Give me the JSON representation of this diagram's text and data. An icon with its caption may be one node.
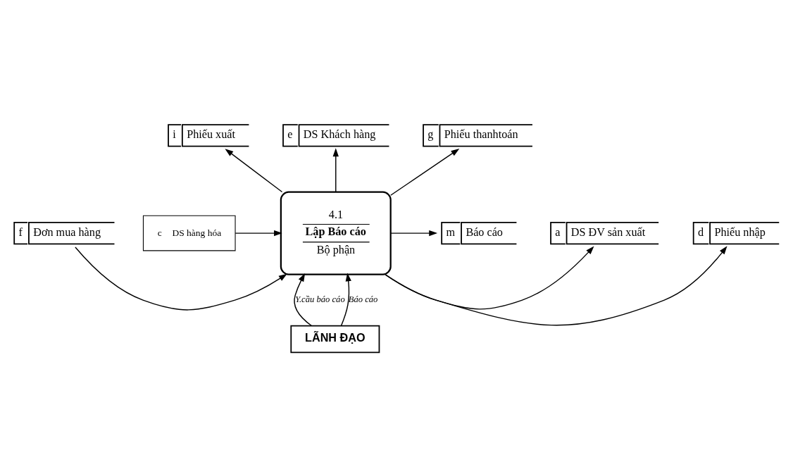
{
  "diagram": {
    "nodes": [
      {
        "text": [
          "i",
          "Phiếu xuất"
        ]
      },
      {
        "text": [
          "e",
          "DS Khách hàng"
        ]
      },
      {
        "text": [
          "g",
          "Phiếu thanhtoán"
        ]
      },
      {
        "text": [
          "d",
          "Phiếu nhập"
        ]
      },
      {
        "text": [
          "f",
          "Đơn mua hàng"
        ]
      },
      {
        "text": [
          "4.1",
          "Lập Báo cáo",
          "Bộ phận"
        ]
      },
      {
        "text": [
          "a",
          "DS ĐV sản xuất"
        ]
      },
      {
        "text": [
          "c",
          "DS hàng hóa"
        ]
      },
      {
        "text": [
          "m",
          "Báo cáo"
        ]
      },
      {
        "text": [
          "LÃNH ĐẠO"
        ]
      }
    ],
    "edges": [
      {
        "from": 5,
        "to": 1,
        "arrow": "to"
      },
      {
        "from": 5,
        "to": 0,
        "arrow": "to"
      },
      {
        "from": 5,
        "to": 2,
        "arrow": "to"
      },
      {
        "from": 5,
        "to": 3,
        "arrow": "to"
      },
      {
        "from": 4,
        "to": 5,
        "arrow": "to"
      },
      {
        "from": 5,
        "to": 6,
        "arrow": "to"
      },
      {
        "from": 7,
        "to": 5,
        "arrow": "to"
      },
      {
        "from": 5,
        "to": 8,
        "arrow": "to"
      },
      {
        "from": 9,
        "to": 5,
        "label": "Y.cầu báo cáo",
        "arrow": "to"
      },
      {
        "from": 9,
        "to": 5,
        "label": "Báo cáo",
        "arrow": "to"
      }
    ]
  }
}
